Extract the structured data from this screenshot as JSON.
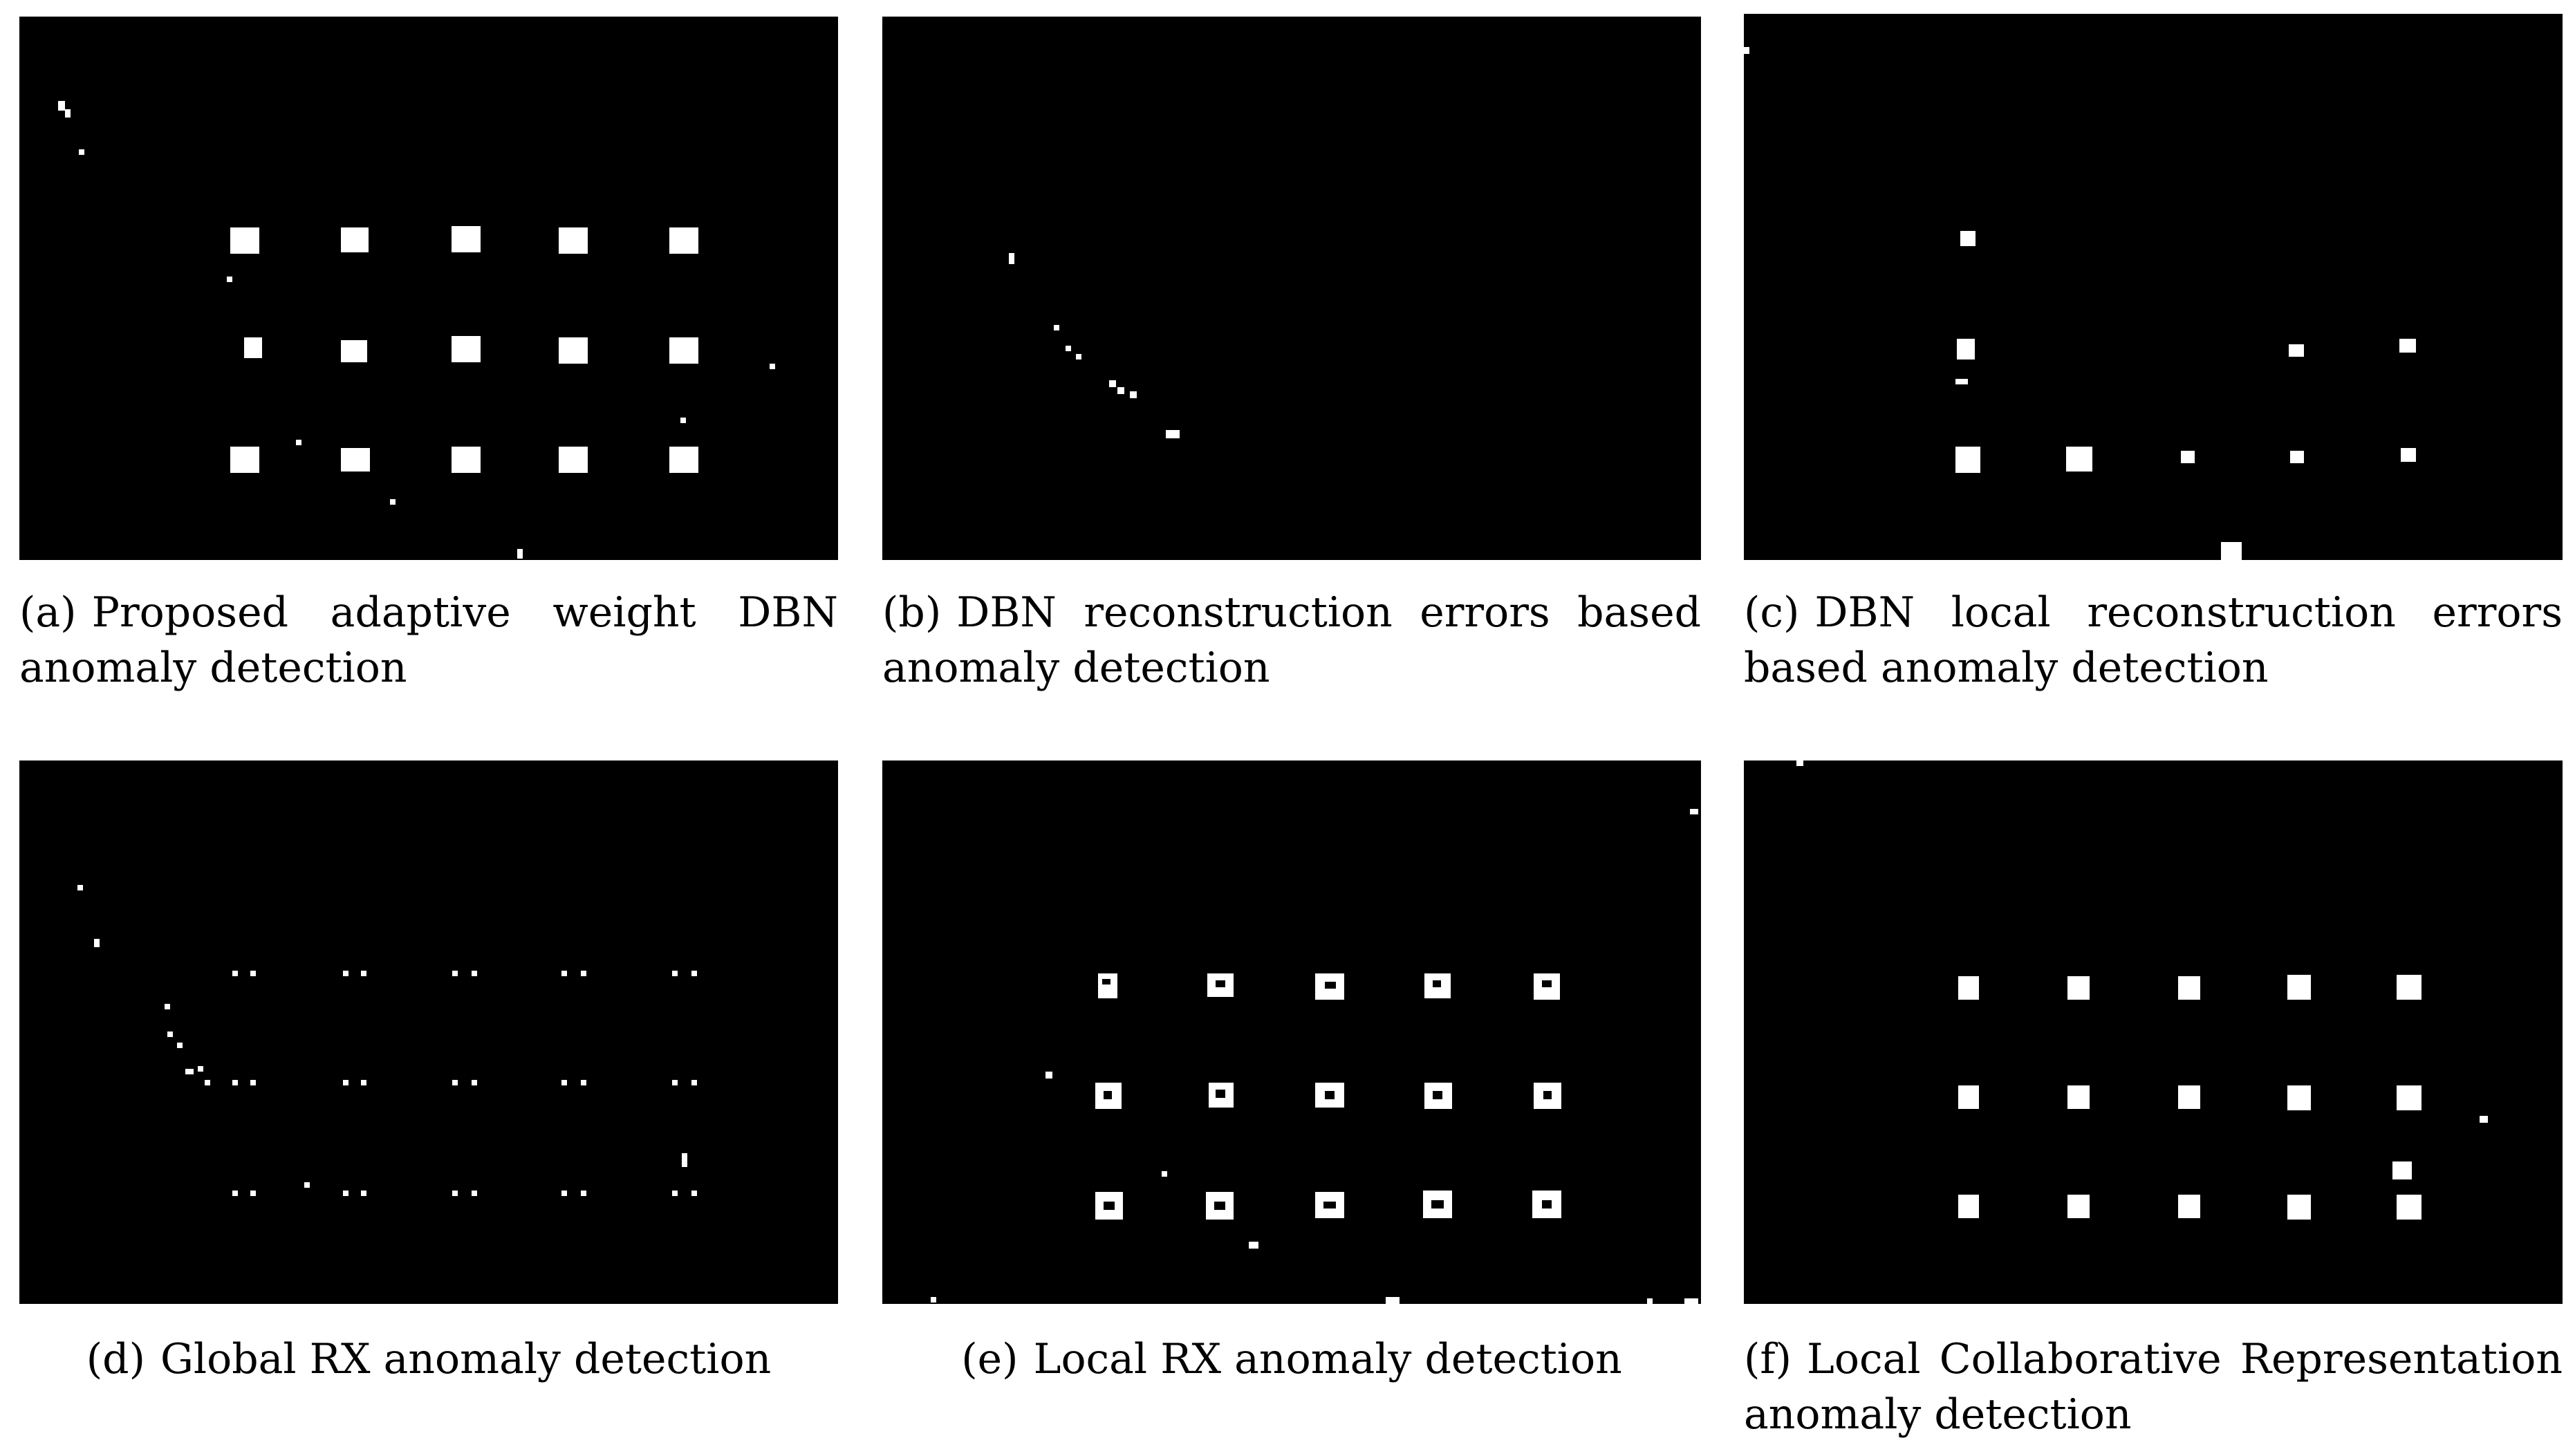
{
  "figure": {
    "background_color": "#000000",
    "detection_color": "#ffffff",
    "panels": [
      {
        "id": "a",
        "label": "(a)",
        "caption": "Proposed adaptive weight DBN anomaly detection",
        "image_description": ""
      },
      {
        "id": "b",
        "label": "(b)",
        "caption": "DBN reconstruction errors based anomaly detection",
        "image_description": ""
      },
      {
        "id": "c",
        "label": "(c)",
        "caption": "DBN local reconstruction errors based anomaly detection",
        "image_description": ""
      },
      {
        "id": "d",
        "label": "(d)",
        "caption": "Global RX anomaly detection",
        "image_description": ""
      },
      {
        "id": "e",
        "label": "(e)",
        "caption": "Local RX anomaly detection",
        "image_description": ""
      },
      {
        "id": "f",
        "label": "(f)",
        "caption": "Local Collaborative Representation anomaly detection",
        "image_description": ""
      }
    ]
  }
}
